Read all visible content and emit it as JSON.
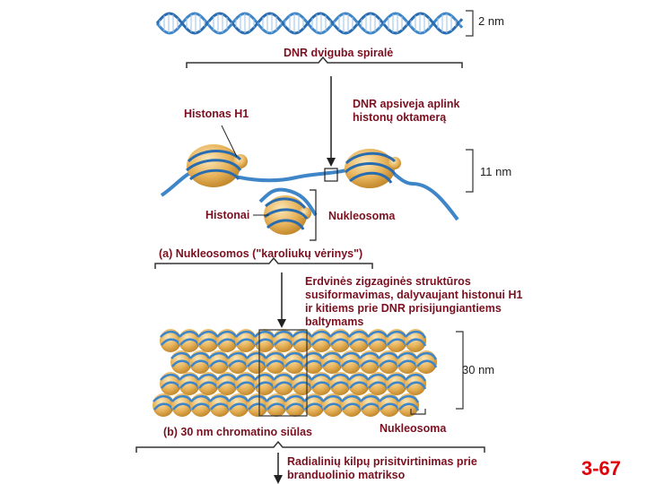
{
  "labels": {
    "dna_scale": "2 nm",
    "dna_double_helix": "DNR dviguba spiralė",
    "histone_h1": "Histonas H1",
    "dna_wraps": [
      "DNR apsiveja aplink",
      "histonų oktamerą"
    ],
    "nucleosome_scale": "11 nm",
    "histones": "Histonai",
    "nucleosome_a": "Nukleosoma",
    "panel_a_caption": "(a) Nukleosomos (\"karoliukų vėrinys\")",
    "zigzag_text": [
      "Erdvinės zigzaginės struktūros",
      "susiformavimas, dalyvaujant histonui H1",
      "ir kitiems prie DNR prisijungiantiems",
      "baltymams"
    ],
    "fiber_scale": "30 nm",
    "nucleosome_b": "Nukleosoma",
    "panel_b_caption": "(b) 30 nm chromatino siūlas",
    "radial_loops": [
      "Radialinių kilpų prisitvirtinimas prie",
      "branduolinio matrikso"
    ],
    "slide_number": "3-67"
  },
  "colors": {
    "dna": "#3f86c8",
    "dna_dark": "#1f4f8a",
    "histone": "#e8b45c",
    "histone_light": "#f6d99a",
    "label": "#7a1020",
    "slide_number": "#e0000a"
  }
}
